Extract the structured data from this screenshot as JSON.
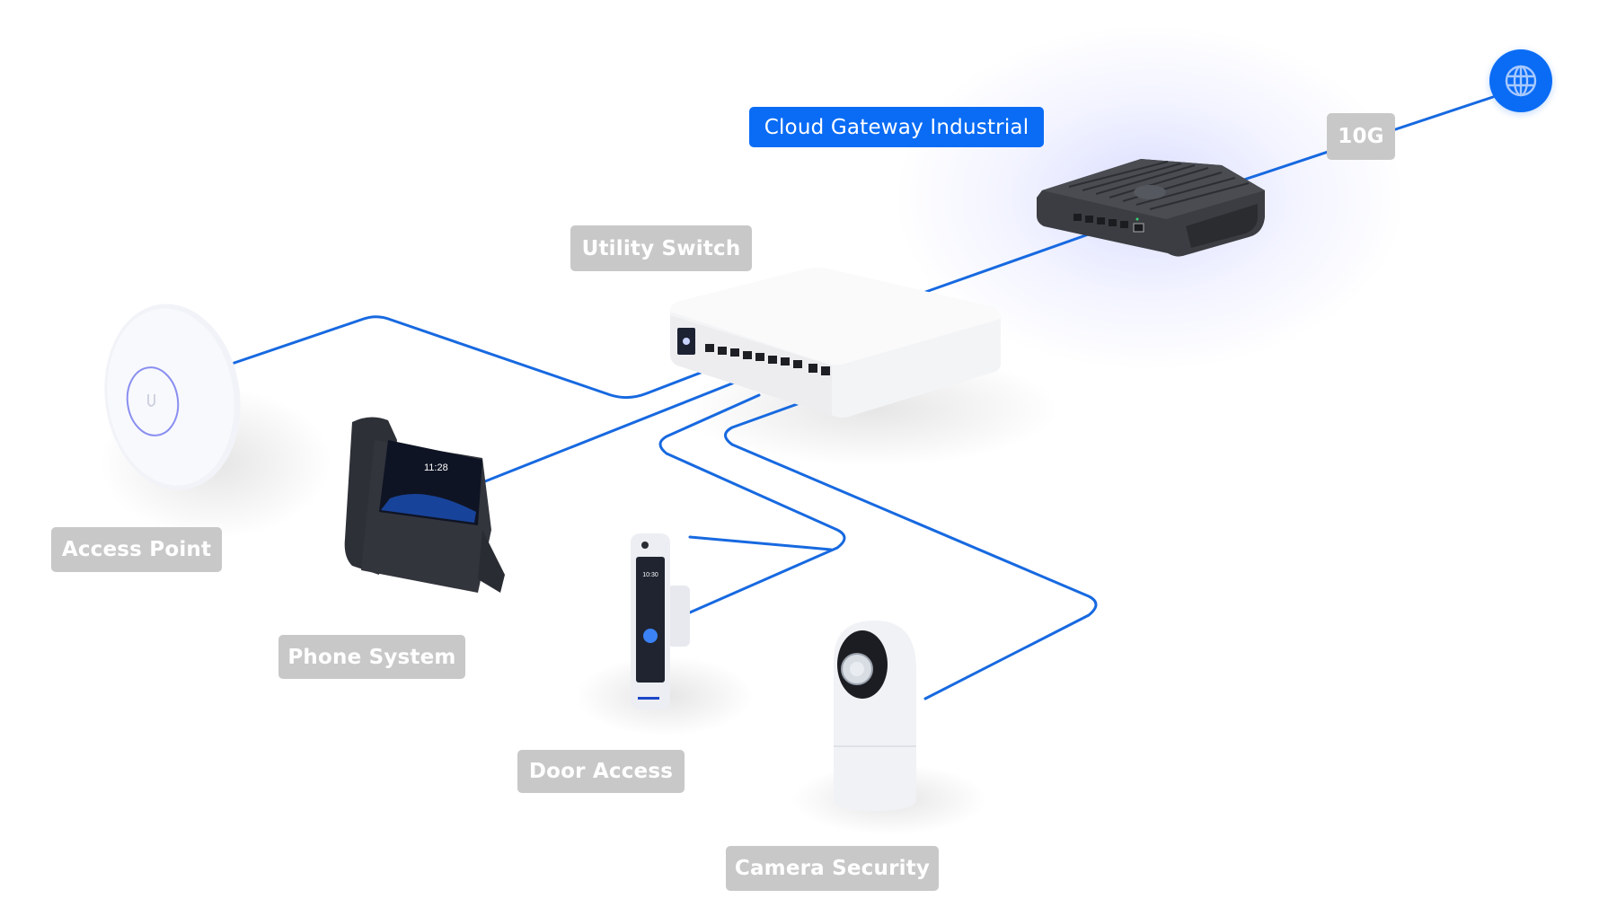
{
  "diagram": {
    "title": "Network topology",
    "accent_color": "#0a6cf5",
    "label_color": "#c8c8c8",
    "cable_color": "#1769e0"
  },
  "nodes": {
    "internet": {
      "icon": "globe-icon"
    },
    "uplink": {
      "label": "10G"
    },
    "gateway": {
      "label": "Cloud Gateway Industrial",
      "selected": true
    },
    "switch": {
      "label": "Utility Switch"
    },
    "access_point": {
      "label": "Access Point"
    },
    "phone": {
      "label": "Phone System",
      "screen_time": "11:28"
    },
    "door": {
      "label": "Door Access",
      "screen_time": "10:30"
    },
    "camera": {
      "label": "Camera Security"
    }
  }
}
